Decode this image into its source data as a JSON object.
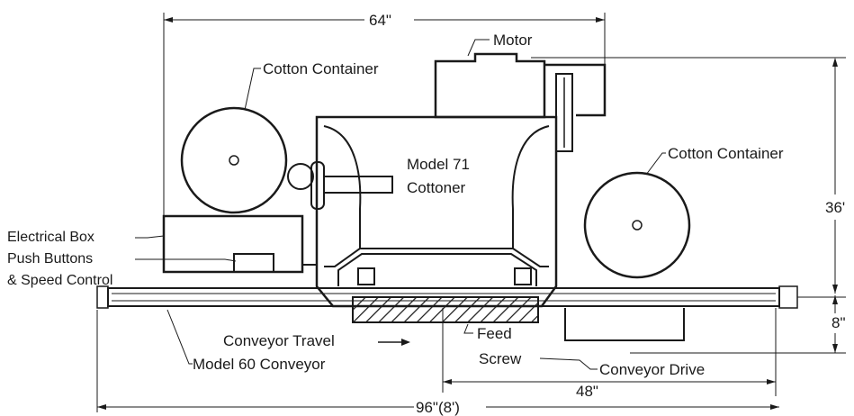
{
  "labels": {
    "dim_top": "64\"",
    "motor": "Motor",
    "cotton_container_left": "Cotton Container",
    "cotton_container_right": "Cotton Container",
    "model_line1": "Model 71",
    "model_line2": "Cottoner",
    "dim_right_height": "36'",
    "electrical_box": "Electrical Box",
    "push_buttons": "Push Buttons",
    "speed_control": "& Speed Control",
    "dim_right_small": "8\"",
    "conveyor_travel": "Conveyor Travel",
    "feed_line1": "Feed",
    "feed_line2": "Screw",
    "model_60": "Model 60 Conveyor",
    "conveyor_drive": "Conveyor Drive",
    "dim_48": "48\"",
    "dim_96": "96\"(8')"
  },
  "colors": {
    "ink": "#1a1a1a",
    "background": "#ffffff"
  }
}
